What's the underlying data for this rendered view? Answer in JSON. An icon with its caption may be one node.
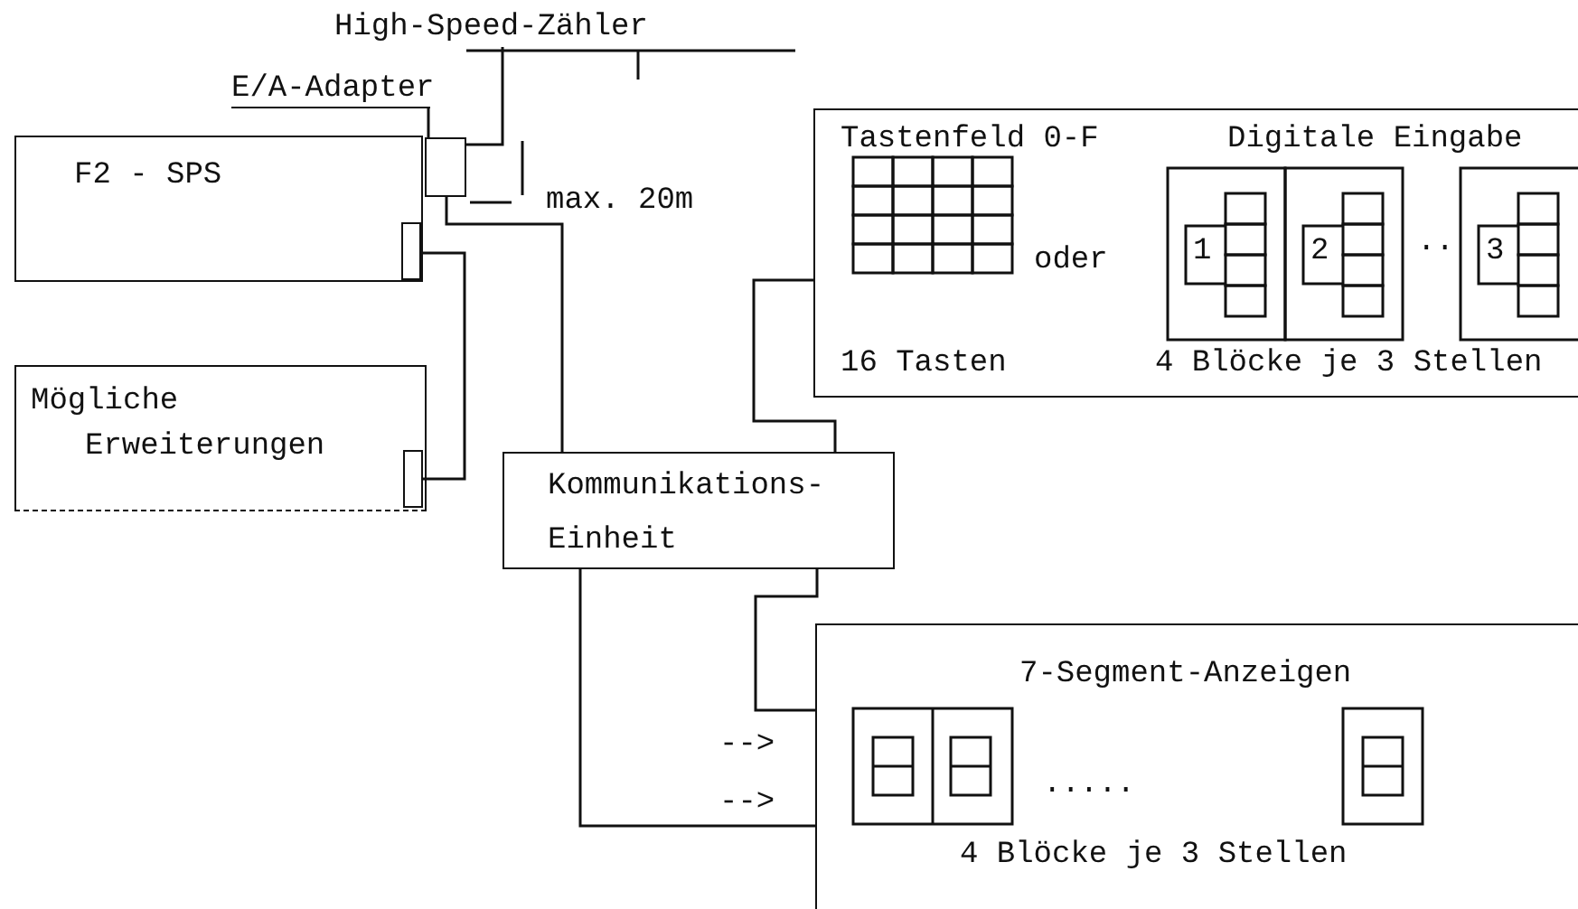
{
  "diagram": {
    "nodes": [
      {
        "text": [
          "High-Speed-Zähler"
        ]
      },
      {
        "text": [
          "E/A-Adapter"
        ]
      },
      {
        "text": [
          "F2 - SPS"
        ]
      },
      {
        "text": [],
        "shape": "box"
      },
      {
        "text": [],
        "shape": "box",
        "in": 2
      },
      {
        "text": [
          "Mögliche Erweiterungen"
        ]
      },
      {
        "text": [],
        "shape": "box",
        "in": 5
      },
      {
        "text": [
          "Kommunikations- Einheit"
        ]
      },
      {
        "text": [
          "Tastenfeld 0-F",
          "Digitale Eingabe",
          "oder",
          "16 Tasten",
          "4 Blöcke je 3 Stellen"
        ]
      },
      {
        "text": [
          "7-Segment-Anzeigen",
          "4 Blöcke je 3 Stellen"
        ]
      }
    ],
    "edges": [
      {
        "from": 1,
        "to": 3,
        "arrow": "none"
      },
      {
        "from": 0,
        "to": 3,
        "arrow": "none"
      },
      {
        "from": 4,
        "to": 6,
        "arrow": "none"
      },
      {
        "from": 3,
        "to": 7,
        "arrow": "none"
      },
      {
        "from": 7,
        "to": 8,
        "arrow": "none"
      },
      {
        "from": 7,
        "to": 9,
        "arrow": "none"
      },
      {
        "from": 7,
        "to": 9,
        "arrow": "none"
      }
    ],
    "labels": [
      "max. 20m",
      "1",
      "2",
      "..",
      "3",
      "-->",
      ".....",
      "-->"
    ]
  }
}
